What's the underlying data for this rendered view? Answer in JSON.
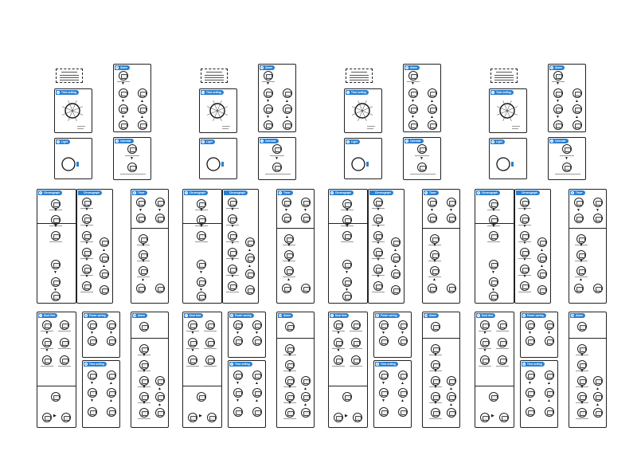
{
  "sheet": {
    "accent_color": "#2a7fd0",
    "section_labels": [
      "Time setting",
      "Alarm",
      "Chronograph",
      "Timer",
      "Dual time",
      "Light",
      "Calendar",
      "Power saving"
    ],
    "arrow_down": "▼",
    "arrow_up": "▲",
    "arrow_right": "▶"
  }
}
